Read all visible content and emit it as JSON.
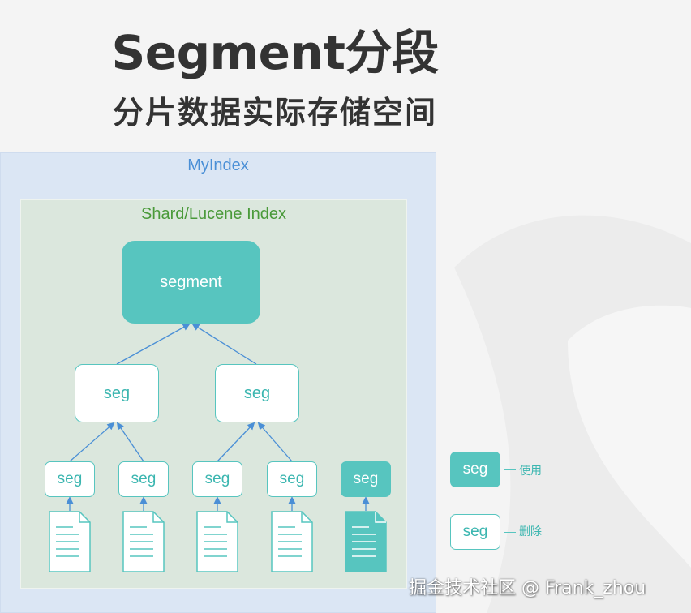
{
  "title": "Segment分段",
  "subtitle": "分片数据实际存储空间",
  "index_label": "MyIndex",
  "shard_label": "Shard/Lucene Index",
  "root_node": "segment",
  "mid_nodes": [
    "seg",
    "seg"
  ],
  "leaf_nodes": [
    "seg",
    "seg",
    "seg",
    "seg"
  ],
  "extra_leaf": "seg",
  "legend": {
    "used": {
      "box": "seg",
      "label": "使用"
    },
    "deleted": {
      "box": "seg",
      "label": "删除"
    }
  },
  "watermark": "掘金技术社区 @ Frank_zhou",
  "colors": {
    "teal": "#57c5bf",
    "arrow": "#4a8fd6",
    "index_bg": "#dbe6f4",
    "shard_bg": "#dbe7dd"
  },
  "icons": [
    "document-icon"
  ]
}
